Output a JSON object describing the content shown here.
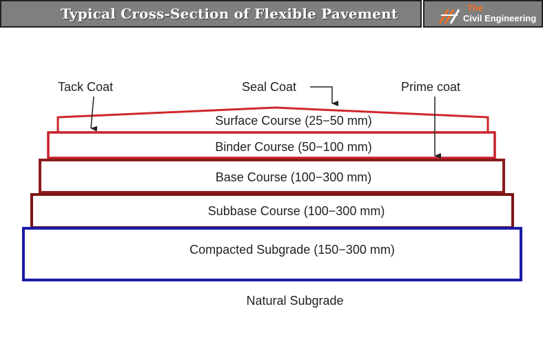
{
  "header": {
    "title": "Typical Cross-Section of Flexible Pavement"
  },
  "logo": {
    "line1": "The",
    "line2": "Civil Engineering",
    "accent_color": "#f37021"
  },
  "annotations": {
    "tack_coat": "Tack Coat",
    "seal_coat": "Seal Coat",
    "prime_coat": "Prime coat"
  },
  "layers": [
    {
      "label": "Surface Course (25−50 mm)",
      "color": "#d0262c"
    },
    {
      "label": "Binder Course (50−100 mm)",
      "color": "#c8202a"
    },
    {
      "label": "Base Course (100−300 mm)",
      "color": "#8e1b1b"
    },
    {
      "label": "Subbase Course (100−300 mm)",
      "color": "#7a1616"
    },
    {
      "label": "Compacted Subgrade (150−300 mm)",
      "color": "#1a1aa6"
    }
  ],
  "bottom_label": "Natural Subgrade"
}
